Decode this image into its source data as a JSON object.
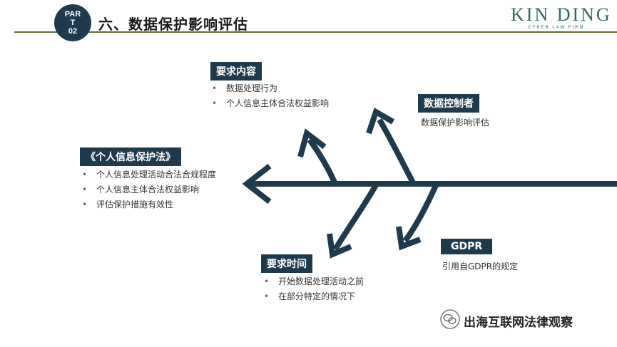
{
  "header": {
    "part_line1": "PAR",
    "part_line2": "T",
    "part_line3": "02",
    "title": "六、数据保护影响评估"
  },
  "logo": {
    "main": "KIN DING",
    "sub": "CYBER LAW FIRM"
  },
  "boxes": {
    "requirements_content": {
      "label": "要求内容",
      "items": [
        "数据处理行为",
        "个人信息主体合法权益影响"
      ]
    },
    "data_controller": {
      "label": "数据控制者",
      "desc": "数据保护影响评估"
    },
    "pipl": {
      "label": "《个人信息保护法》",
      "items": [
        "个人信息处理活动合法合规程度",
        "个人信息主体合法权益影响",
        "评估保护措施有效性"
      ]
    },
    "requirements_time": {
      "label": "要求时间",
      "items": [
        "开始数据处理活动之前",
        "在部分特定的情况下"
      ]
    },
    "gdpr": {
      "label": "GDPR",
      "desc": "引用自GDPR的规定"
    }
  },
  "watermark": {
    "text": "出海互联网法律观察",
    "icon": "wechat-icon"
  },
  "colors": {
    "arrow": "#1e3a4c",
    "header_line": "#5a6e3a",
    "logo": "#2e6b57"
  }
}
